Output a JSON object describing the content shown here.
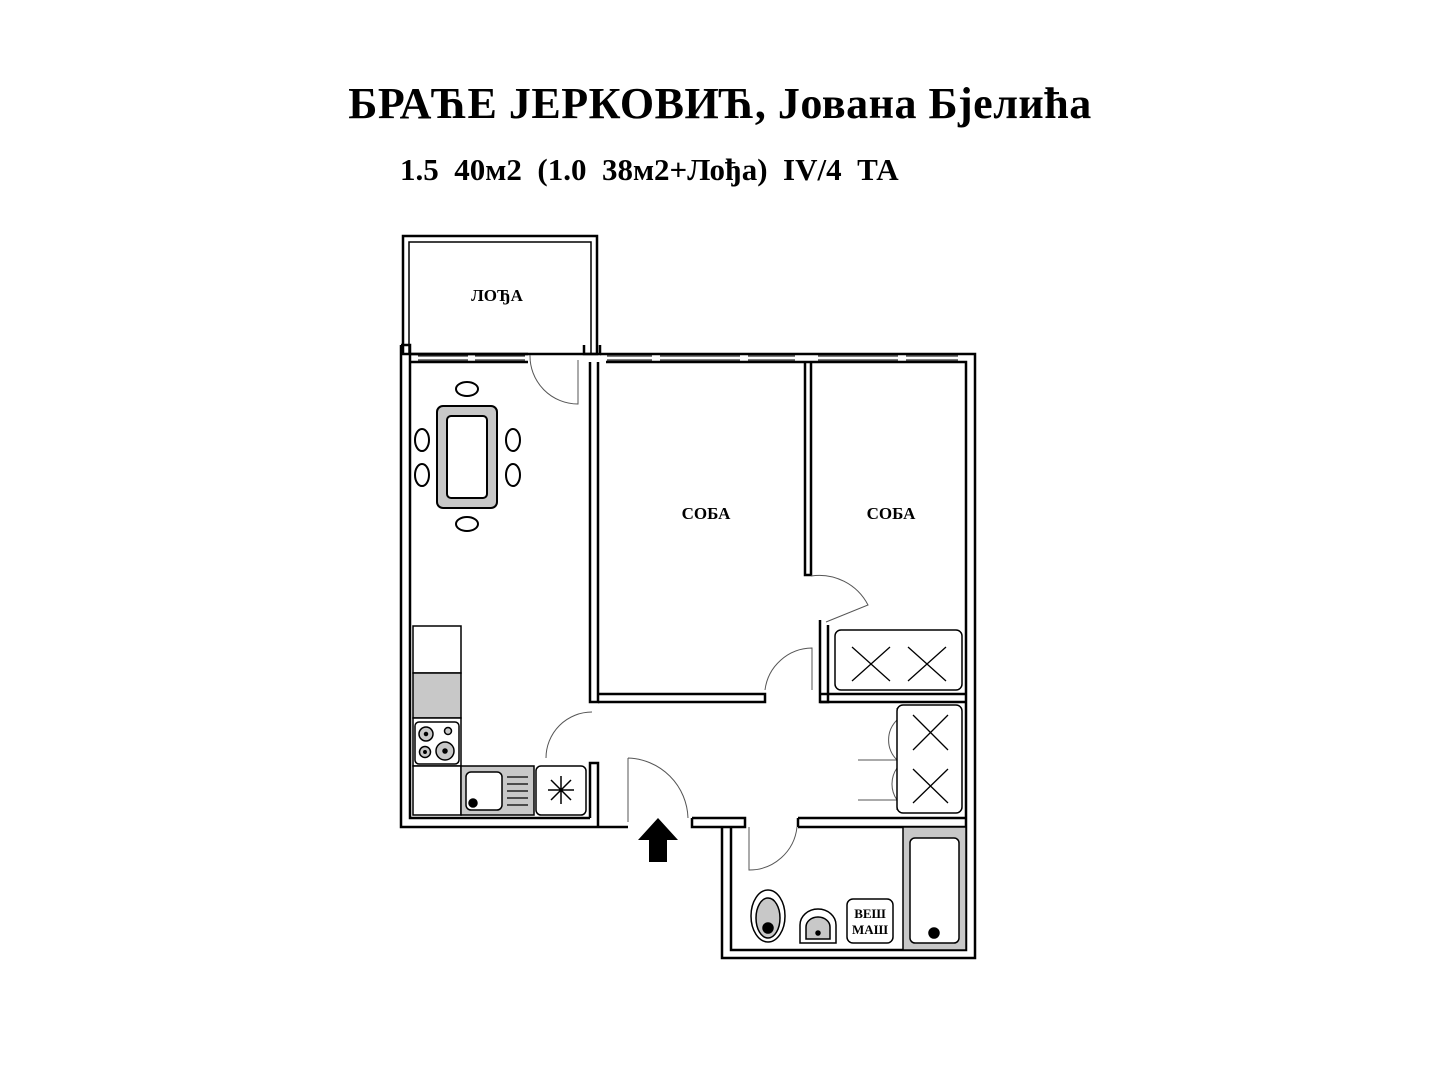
{
  "header": {
    "title": "БРАЋЕ ЈЕРКОВИЋ, Јована Бјелића",
    "subtitle": "1.5  40м2  (1.0  38м2+Лођа)  IV/4  ТА"
  },
  "floorplan": {
    "rooms": {
      "loggia": "ЛОЂА",
      "room1": "СОБА",
      "room2": "СОБА"
    },
    "appliances": {
      "washing_machine_line1": "ВЕШ",
      "washing_machine_line2": "МАШ"
    },
    "entrance_icon": "arrow-up-icon",
    "colors": {
      "wall": "#000000",
      "fixture_fill": "#c8c8c8",
      "background": "#ffffff"
    }
  }
}
